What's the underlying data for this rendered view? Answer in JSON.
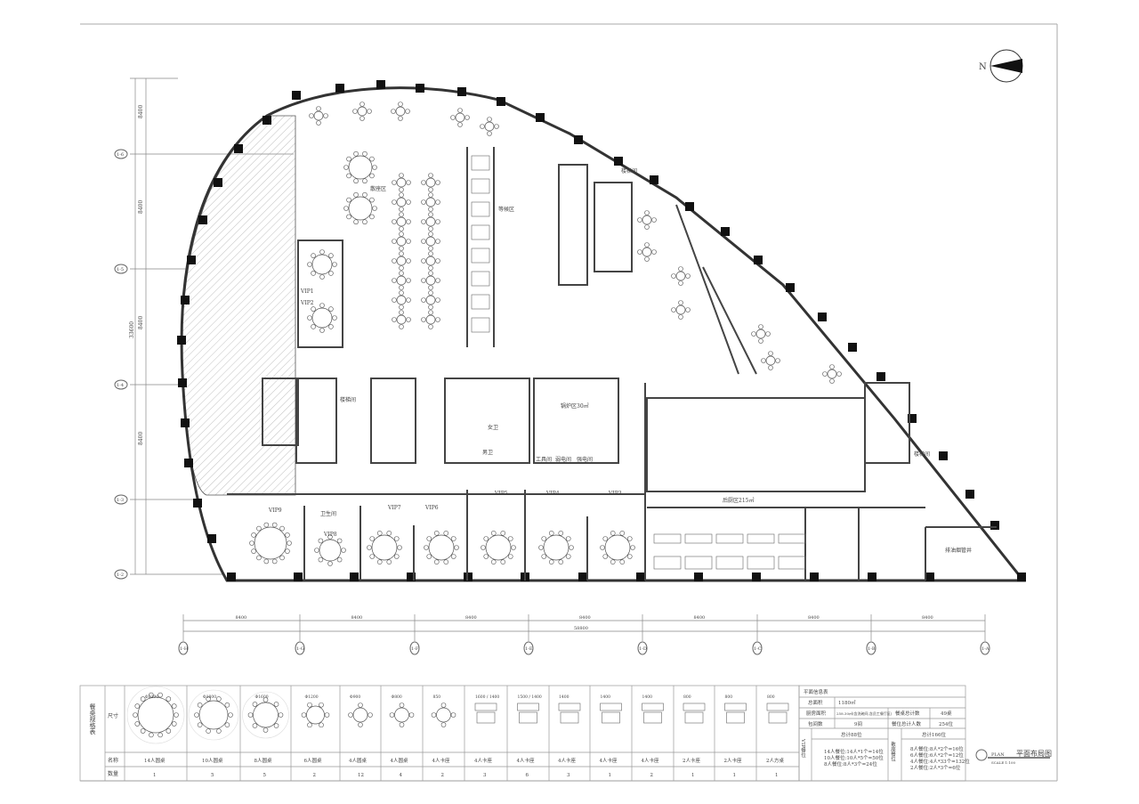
{
  "north_arrow": {
    "label": "N"
  },
  "dimensions": {
    "horizontal_bays": [
      "8400",
      "8400",
      "8400",
      "8400",
      "8400",
      "8400",
      "8400"
    ],
    "horizontal_total": "58800",
    "vertical_bays": [
      "8400",
      "8400",
      "8400",
      "8400"
    ],
    "vertical_total": "33600"
  },
  "axes": {
    "horizontal": [
      "1-H",
      "1-G",
      "1-F",
      "1-E",
      "1-D",
      "1-C",
      "1-B",
      "1-A"
    ],
    "vertical": [
      "1-6",
      "1-5",
      "1-4",
      "1-3",
      "1-2"
    ]
  },
  "rooms": {
    "open_seating": "散座区",
    "waiting": "等候区",
    "stair_1": "楼梯间",
    "stair_2": "楼梯间",
    "stair_3": "楼梯间",
    "vip1": "VIP1",
    "vip2": "VIP2",
    "vip3": "VIP3",
    "vip4": "VIP4",
    "vip5": "VIP5",
    "vip6": "VIP6",
    "vip7": "VIP7",
    "vip8": "VIP8",
    "vip9": "VIP9",
    "restroom": "卫生间",
    "womens": "女卫",
    "mens": "男卫",
    "boiler": "锅炉区30㎡",
    "tool_room": "工具间",
    "weak_elec": "弱电间",
    "strong_elec": "强电间",
    "kitchen": "后厨区215㎡",
    "exhaust_shaft": "排油烟管井"
  },
  "seating_table": {
    "title": "餐桌规格表",
    "row_labels": {
      "size": "尺寸",
      "name": "名称",
      "qty": "数量"
    },
    "items": [
      {
        "name": "14人圆桌",
        "qty": "1",
        "dim": "Φ2200"
      },
      {
        "name": "10人圆桌",
        "qty": "5",
        "dim": "Φ1800"
      },
      {
        "name": "8人圆桌",
        "qty": "5",
        "dim": "Φ1600"
      },
      {
        "name": "6人圆桌",
        "qty": "2",
        "dim": "Φ1200"
      },
      {
        "name": "4人圆桌",
        "qty": "12",
        "dim": "Φ900"
      },
      {
        "name": "4人圆桌",
        "qty": "4",
        "dim": "Φ800"
      },
      {
        "name": "4人卡座",
        "qty": "2",
        "dim": "850"
      },
      {
        "name": "4人卡座",
        "qty": "3",
        "dim": "1600 / 1400"
      },
      {
        "name": "4人卡座",
        "qty": "6",
        "dim": "1500 / 1400"
      },
      {
        "name": "4人卡座",
        "qty": "3",
        "dim": "1400"
      },
      {
        "name": "4人卡座",
        "qty": "1",
        "dim": "1400"
      },
      {
        "name": "4人卡座",
        "qty": "2",
        "dim": "1400"
      },
      {
        "name": "2人卡座",
        "qty": "1",
        "dim": "800"
      },
      {
        "name": "2人卡座",
        "qty": "1",
        "dim": "800"
      },
      {
        "name": "2人方桌",
        "qty": "1",
        "dim": "800"
      }
    ]
  },
  "info_table": {
    "title": "平面信息表",
    "total_area_label": "总面积",
    "total_area": "1180㎡",
    "kitchen_area_label": "厨房面积",
    "kitchen_area": "258.30㎡(含洗碗间,含员工餐厅区)",
    "table_count_label": "餐桌总计数",
    "table_count": "49桌",
    "room_count_label": "包间数",
    "room_count": "9间",
    "seat_total_label": "餐位总计人数",
    "seat_total": "254位",
    "vip_label": "VIP餐位",
    "vip_total": "总计88位",
    "vip_lines": [
      "14人餐位:14人*1个=14位",
      "10人餐位:10人*5个=50位",
      "8人餐位:8人*3个=24位"
    ],
    "open_label": "散座餐位",
    "open_total": "总计166位",
    "open_lines": [
      "8人餐位:8人*2个=16位",
      "6人餐位:6人*2个=12位",
      "4人餐位:4人*33个=132位",
      "2人餐位:2人*3个=6位"
    ]
  },
  "title_block": {
    "plan_label": "PLAN",
    "title": "平面布局图",
    "scale": "SCALE 1:100"
  }
}
